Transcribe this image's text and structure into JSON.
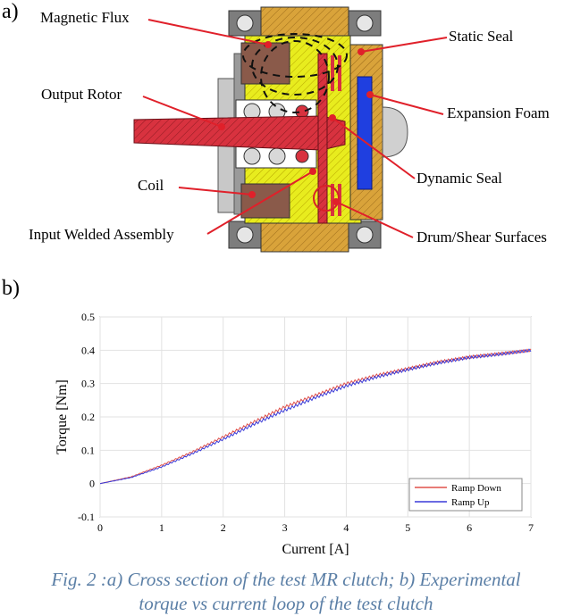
{
  "figure": {
    "panel_a_label": "a)",
    "panel_b_label": "b)",
    "callouts": {
      "magnetic_flux": "Magnetic Flux",
      "output_rotor": "Output Rotor",
      "coil": "Coil",
      "input_welded_assembly": "Input Welded Assembly",
      "static_seal": "Static Seal",
      "expansion_foam": "Expansion Foam",
      "dynamic_seal": "Dynamic Seal",
      "drum_shear_surfaces": "Drum/Shear Surfaces"
    },
    "caption_line1": "Fig. 2 :a) Cross section of the test MR clutch; b) Experimental",
    "caption_line2": "torque vs current loop of the test clutch"
  },
  "colors": {
    "callout_line": "#e0202a",
    "housing_yellow": "#e8ec1e",
    "rotor_red": "#d8323f",
    "foam_blue": "#1f3fe0",
    "coil_brown": "#8a5a4a",
    "ramp_down": "#e0504a",
    "ramp_up": "#3a3ad8",
    "caption": "#5b7fa6"
  },
  "chart_data": {
    "type": "line",
    "xlabel": "Current [A]",
    "ylabel": "Torque [Nm]",
    "xlim": [
      0,
      7
    ],
    "ylim": [
      -0.1,
      0.5
    ],
    "xticks": [
      0,
      1,
      2,
      3,
      4,
      5,
      6,
      7
    ],
    "yticks": [
      -0.1,
      0,
      0.1,
      0.2,
      0.3,
      0.4,
      0.5
    ],
    "ytick_labels": [
      "-0.1",
      "0",
      "0.1",
      "0.2",
      "0.3",
      "0.4",
      "0.5"
    ],
    "grid": true,
    "legend_position": "bottom-right",
    "x": [
      0,
      0.5,
      1,
      1.5,
      2,
      2.5,
      3,
      3.5,
      4,
      4.5,
      5,
      5.5,
      6,
      6.5,
      7
    ],
    "series": [
      {
        "name": "Ramp Down",
        "values": [
          0,
          0.02,
          0.055,
          0.095,
          0.14,
          0.185,
          0.23,
          0.265,
          0.3,
          0.325,
          0.345,
          0.365,
          0.38,
          0.39,
          0.4
        ]
      },
      {
        "name": "Ramp Up",
        "values": [
          0,
          0.018,
          0.05,
          0.09,
          0.133,
          0.178,
          0.22,
          0.258,
          0.293,
          0.32,
          0.342,
          0.362,
          0.378,
          0.388,
          0.4
        ]
      }
    ]
  }
}
